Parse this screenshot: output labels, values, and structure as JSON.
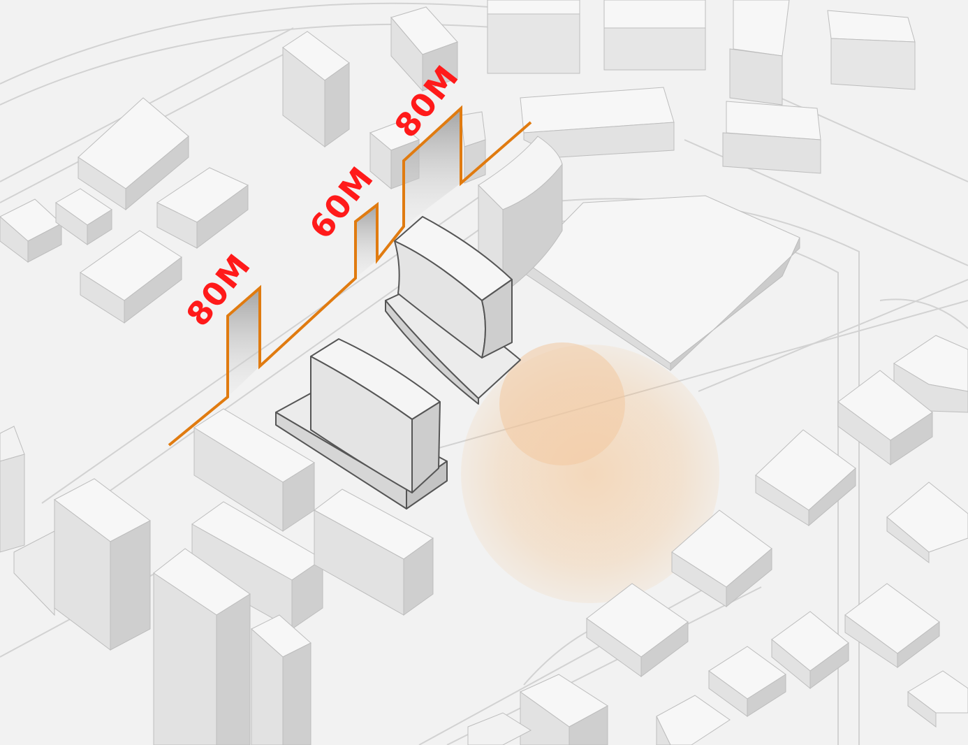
{
  "diagram": {
    "height_labels": [
      {
        "id": "left",
        "text": "80M"
      },
      {
        "id": "middle",
        "text": "60M"
      },
      {
        "id": "right",
        "text": "80M"
      }
    ],
    "colors": {
      "background": "#f2f2f2",
      "label": "#ff1a1a",
      "skyline": "#e07b10",
      "focus_glow": "#f4b878",
      "building_top": "#f7f7f7",
      "building_left": "#e2e2e2",
      "building_right": "#cfcfcf",
      "road_line": "#d2d2d2",
      "outline_highlight": "#555555"
    }
  }
}
